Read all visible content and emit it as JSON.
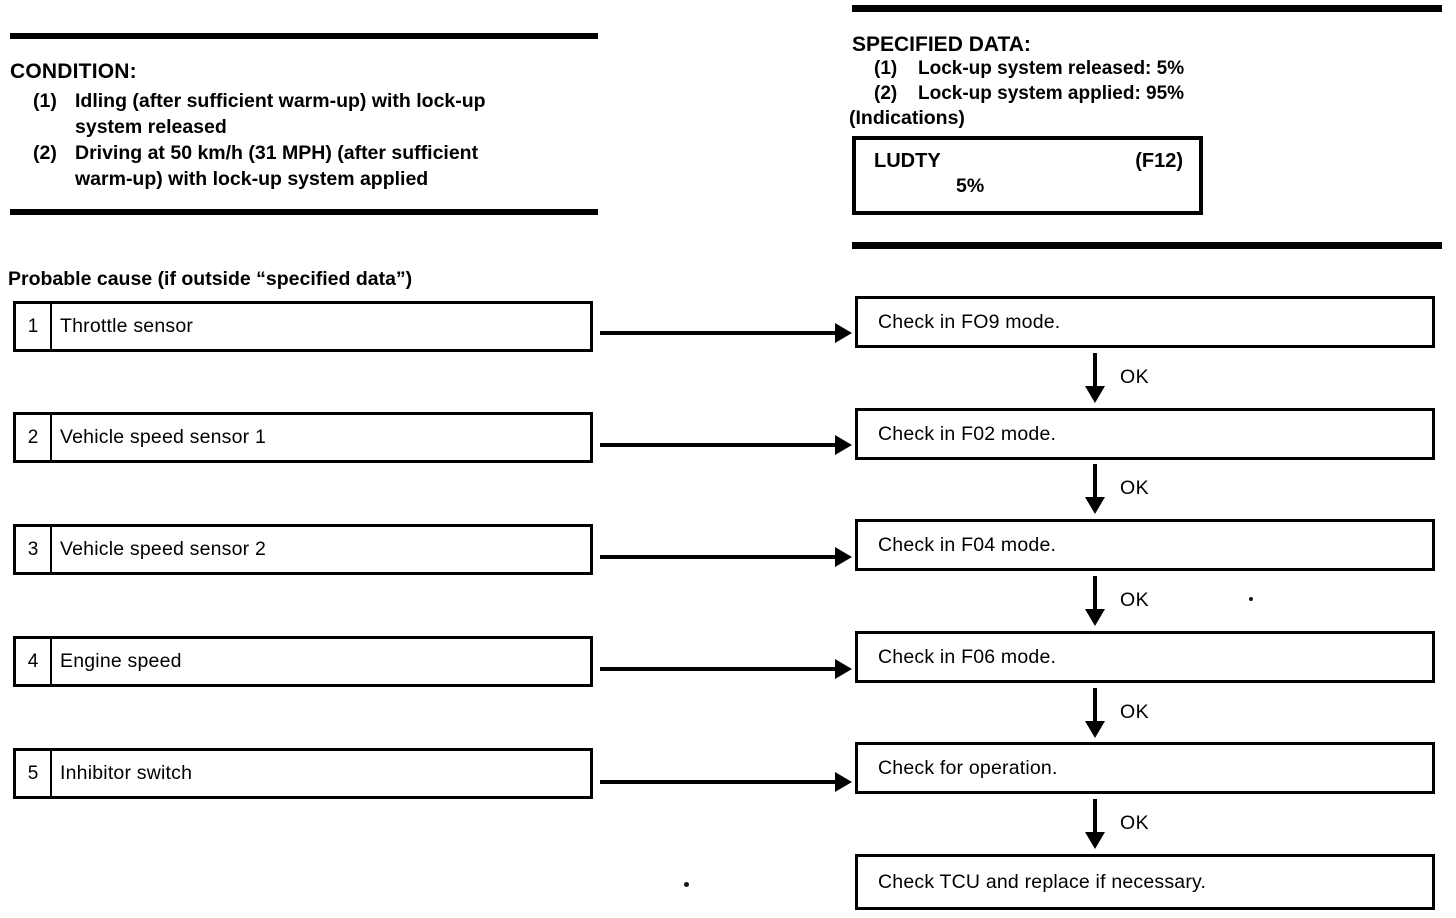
{
  "condition": {
    "heading": "CONDITION:",
    "items": [
      {
        "num": "(1)",
        "line1": "Idling (after sufficient warm-up) with lock-up",
        "line2": "system released"
      },
      {
        "num": "(2)",
        "line1": "Driving at 50 km/h (31 MPH) (after sufficient",
        "line2": "warm-up) with lock-up system applied"
      }
    ]
  },
  "specified_data": {
    "heading": "SPECIFIED DATA:",
    "items": [
      {
        "num": "(1)",
        "text": "Lock-up system released: 5%"
      },
      {
        "num": "(2)",
        "text": "Lock-up system applied: 95%"
      }
    ],
    "indications_label": "(Indications)",
    "display": {
      "name": "LUDTY",
      "mode": "(F12)",
      "value": "5%"
    }
  },
  "probable_cause": {
    "heading": "Probable cause (if outside “specified data”)",
    "items": [
      {
        "num": "1",
        "label": "Throttle sensor"
      },
      {
        "num": "2",
        "label": "Vehicle speed sensor 1"
      },
      {
        "num": "3",
        "label": "Vehicle speed sensor 2"
      },
      {
        "num": "4",
        "label": "Engine speed"
      },
      {
        "num": "5",
        "label": "Inhibitor switch"
      }
    ]
  },
  "flowchart": {
    "ok_label": "OK",
    "steps": [
      {
        "label": "Check in FO9 mode."
      },
      {
        "label": "Check in F02 mode."
      },
      {
        "label": "Check in F04 mode."
      },
      {
        "label": "Check in F06 mode."
      },
      {
        "label": "Check for operation."
      },
      {
        "label": "Check TCU and replace if necessary."
      }
    ]
  },
  "colors": {
    "ink": "#000000",
    "paper": "#ffffff"
  }
}
